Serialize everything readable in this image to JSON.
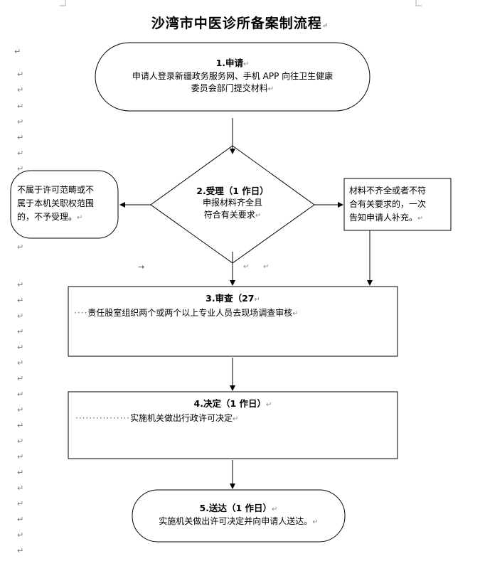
{
  "title": "沙湾市中医诊所备案制流程",
  "nodes": {
    "apply": {
      "head": "1.申请",
      "line1": "申请人登录新疆政务服务网、手机 APP 向往卫生健康",
      "line2": "委员会部门提交材料"
    },
    "accept": {
      "head": "2.受理（1 作日）",
      "line1": "申报材料齐全且",
      "line2": "符合有关要求"
    },
    "reject": {
      "line1": "不属于许可范畴或不",
      "line2": "属于本机关职权范围",
      "line3": "的，不予受理。"
    },
    "supplement": {
      "line1": "材料不齐全或者不符",
      "line2": "合有关要求的，一次",
      "line3": "告知申请人补充。"
    },
    "review": {
      "head": "3.审查（27",
      "dots": "····",
      "body": "责任股室组织两个或两个以上专业人员去现场调查审核"
    },
    "decide": {
      "head": "4.决定（1 作日）",
      "dots": "················",
      "body": "实施机关做出行政许可决定"
    },
    "deliver": {
      "head": "5.送达（1 作日）",
      "body": "实施机关做出许可决定并向申请人送达。"
    }
  },
  "marks": {
    "paragraph": "↵",
    "tab_arrow": "→"
  }
}
